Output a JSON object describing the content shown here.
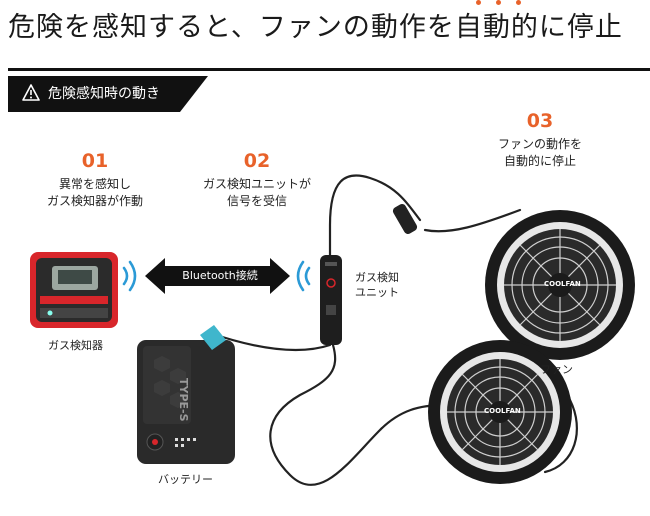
{
  "header": {
    "title": "危険を感知すると、ファンの動作を自動的に停止",
    "accent_color": "#e8622a"
  },
  "banner": {
    "icon": "warning-icon",
    "label": "危険感知時の動き"
  },
  "steps": [
    {
      "num": "01",
      "text": "異常を感知し\nガス検知器が作動"
    },
    {
      "num": "02",
      "text": "ガス検知ユニットが\n信号を受信"
    },
    {
      "num": "03",
      "text": "ファンの動作を\n自動的に停止"
    }
  ],
  "bluetooth": {
    "label": "Bluetooth接続"
  },
  "labels": {
    "gas_detector": "ガス検知器",
    "gas_unit": "ガス検知\nユニット",
    "fan": "ファン",
    "battery": "バッテリー"
  },
  "device_marks": {
    "fan_brand": "COOLFAN",
    "battery_model": "TYPE-S"
  }
}
